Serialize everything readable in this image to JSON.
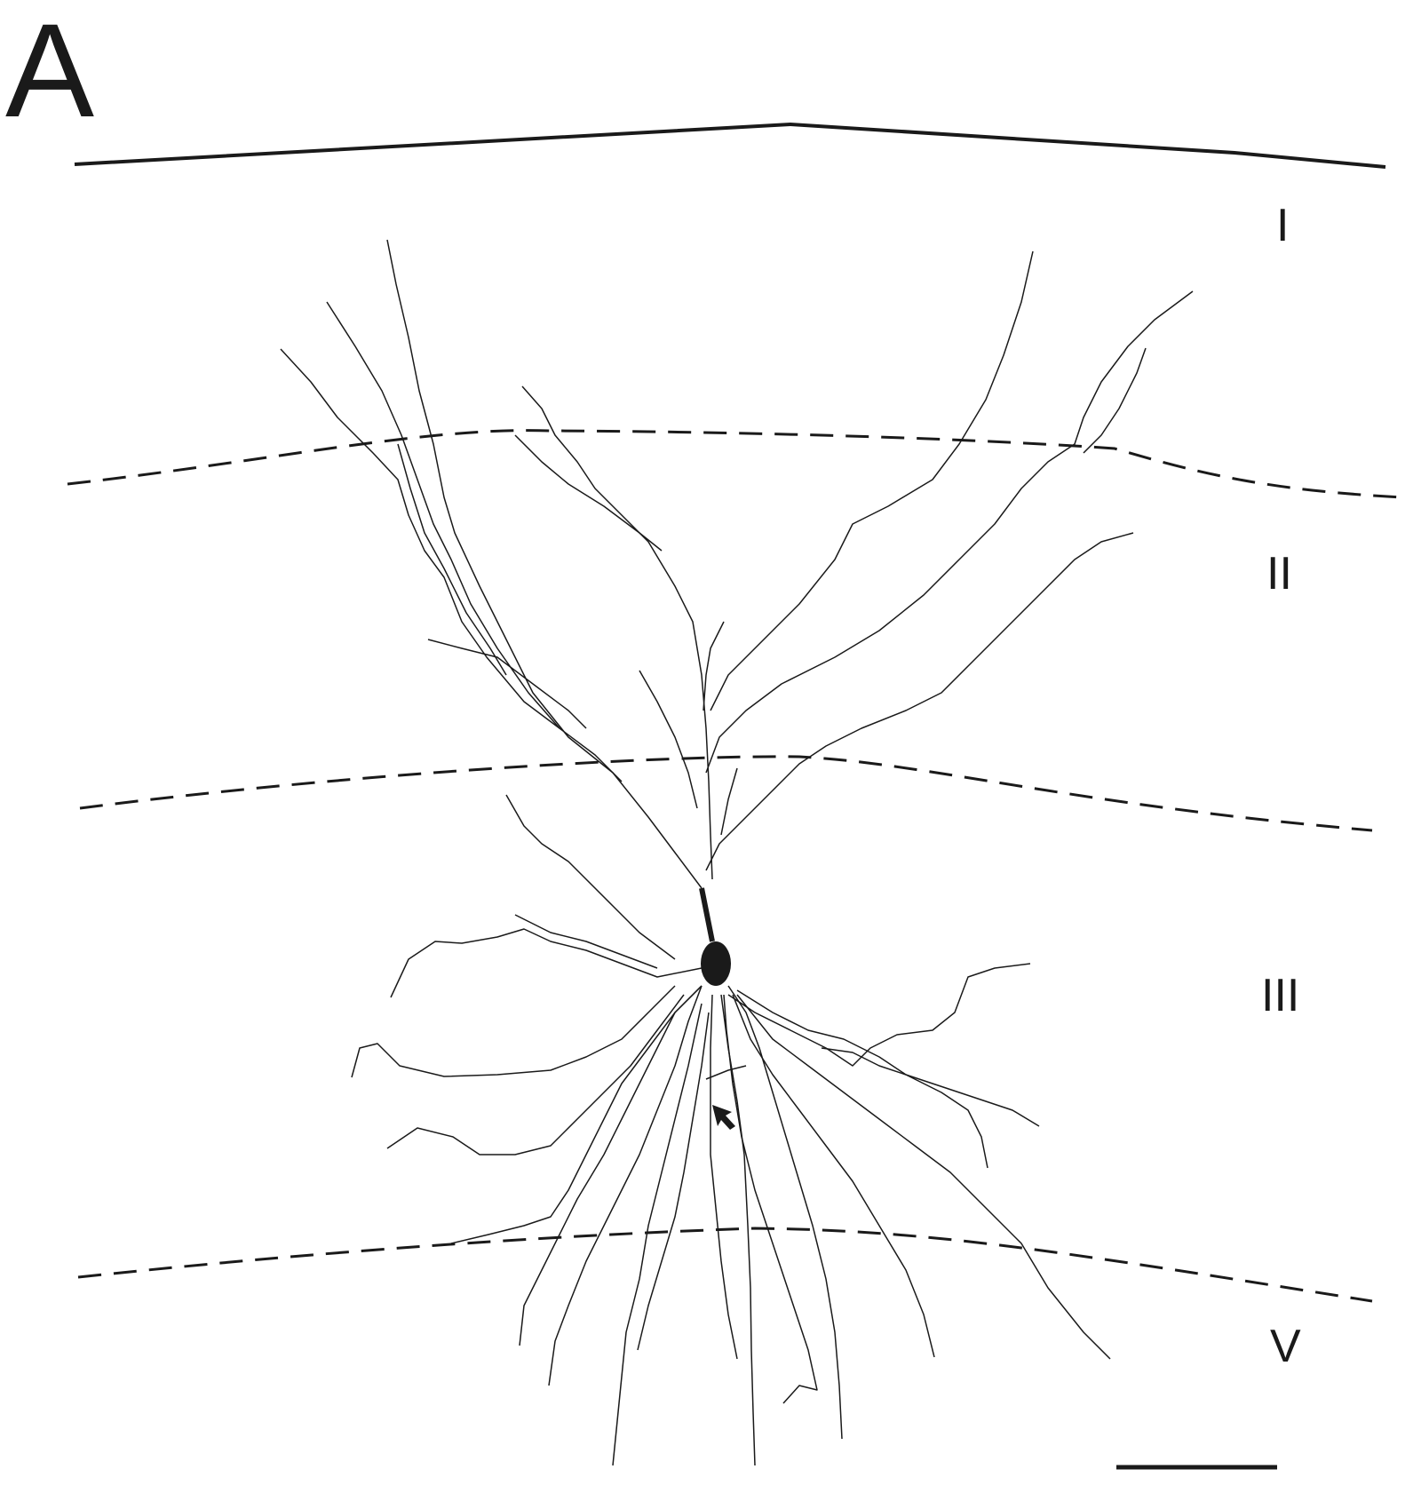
{
  "panel": {
    "letter": "A"
  },
  "layers": [
    {
      "id": "I",
      "label": "I"
    },
    {
      "id": "II",
      "label": "II"
    },
    {
      "id": "III",
      "label": "III"
    },
    {
      "id": "V",
      "label": "V"
    }
  ],
  "colors": {
    "ink": "#1a1a1a",
    "background": "#ffffff"
  }
}
